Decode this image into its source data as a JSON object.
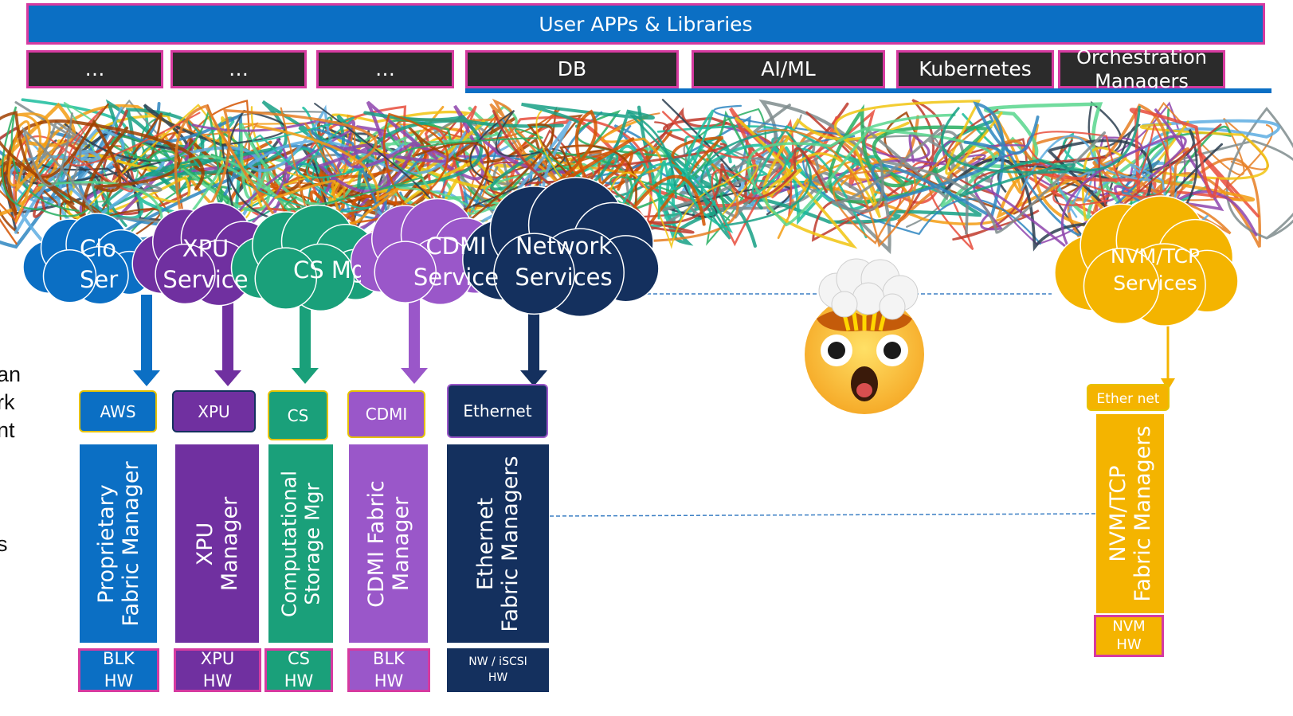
{
  "top_banner": "User APPs & Libraries",
  "apps": [
    {
      "label": "…"
    },
    {
      "label": "…"
    },
    {
      "label": "…"
    },
    {
      "label": "DB"
    },
    {
      "label": "AI/ML"
    },
    {
      "label": "Kubernetes"
    },
    {
      "line1": "Orchestration",
      "line2": "Managers"
    }
  ],
  "side_text": [
    "an",
    "rk",
    "nt",
    "s"
  ],
  "clouds": [
    {
      "line1": "Clo",
      "line2": "Ser",
      "color": "#0b6fc4"
    },
    {
      "line1": "XPU",
      "line2": "Service",
      "color": "#7030a0"
    },
    {
      "line1": "CS Mg",
      "line2": "",
      "color": "#1aa07a"
    },
    {
      "line1": "CDMI",
      "line2": "Service",
      "color": "#9a57c9"
    },
    {
      "line1": "Network",
      "line2": "Services",
      "color": "#14305e"
    },
    {
      "line1": "NVM/TCP",
      "line2": "Services",
      "color": "#f4b400"
    }
  ],
  "tags": [
    "AWS",
    "XPU",
    "CS",
    "CDMI",
    "Ethernet",
    "Ether net"
  ],
  "managers": [
    {
      "line1": "Proprietary",
      "line2": "Fabric Manager"
    },
    {
      "line1": "XPU",
      "line2": "Manager"
    },
    {
      "line1": "Computational",
      "line2": "Storage Mgr"
    },
    {
      "line1": "CDMI Fabric",
      "line2": "Manager"
    },
    {
      "line1": "Ethernet",
      "line2": "Fabric Managers"
    },
    {
      "line1": "NVM/TCP",
      "line2": "Fabric Managers"
    }
  ],
  "hw": [
    {
      "line1": "BLK",
      "line2": "HW"
    },
    {
      "line1": "XPU",
      "line2": "HW"
    },
    {
      "line1": "CS",
      "line2": "HW"
    },
    {
      "line1": "BLK",
      "line2": "HW"
    },
    {
      "line1": "NW / iSCSI",
      "line2": "HW"
    },
    {
      "line1": "NVM",
      "line2": "HW"
    }
  ],
  "icons": [
    "tangled-wires-image",
    "exploding-head-emoji"
  ]
}
